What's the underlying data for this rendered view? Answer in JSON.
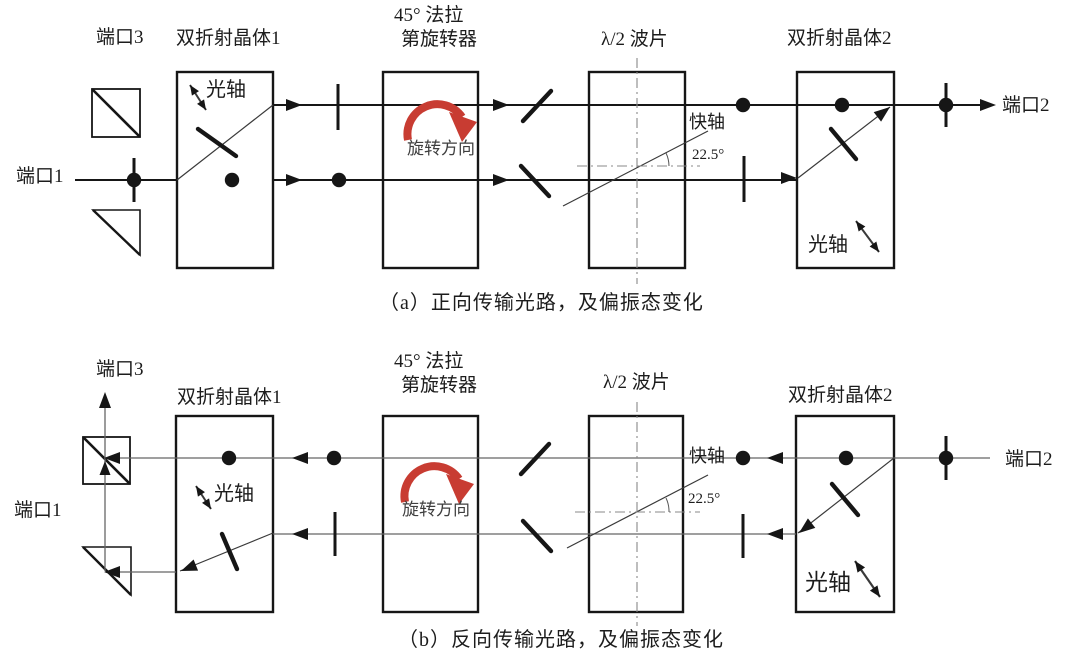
{
  "colors": {
    "accent_red": "#c83c32",
    "ink": "#161616",
    "beam_gray": "#666666",
    "guide_gray": "#888888"
  },
  "diagram_a": {
    "port1": "端口1",
    "port2": "端口2",
    "port3": "端口3",
    "crystal1": "双折射晶体1",
    "crystal2": "双折射晶体2",
    "faraday_line1": "45° 法拉",
    "faraday_line2": "第旋转器",
    "waveplate": "λ/2 波片",
    "optical_axis_1": "光轴",
    "optical_axis_2": "光轴",
    "rotation_direction": "旋转方向",
    "fast_axis": "快轴",
    "angle": "22.5°",
    "caption": "（a）正向传输光路，及偏振态变化"
  },
  "diagram_b": {
    "port1": "端口1",
    "port2": "端口2",
    "port3": "端口3",
    "crystal1": "双折射晶体1",
    "crystal2": "双折射晶体2",
    "faraday_line1": "45° 法拉",
    "faraday_line2": "第旋转器",
    "waveplate": "λ/2 波片",
    "optical_axis_1": "光轴",
    "optical_axis_2": "光轴",
    "rotation_direction": "旋转方向",
    "fast_axis": "快轴",
    "angle": "22.5°",
    "caption": "（b）反向传输光路，及偏振态变化"
  }
}
